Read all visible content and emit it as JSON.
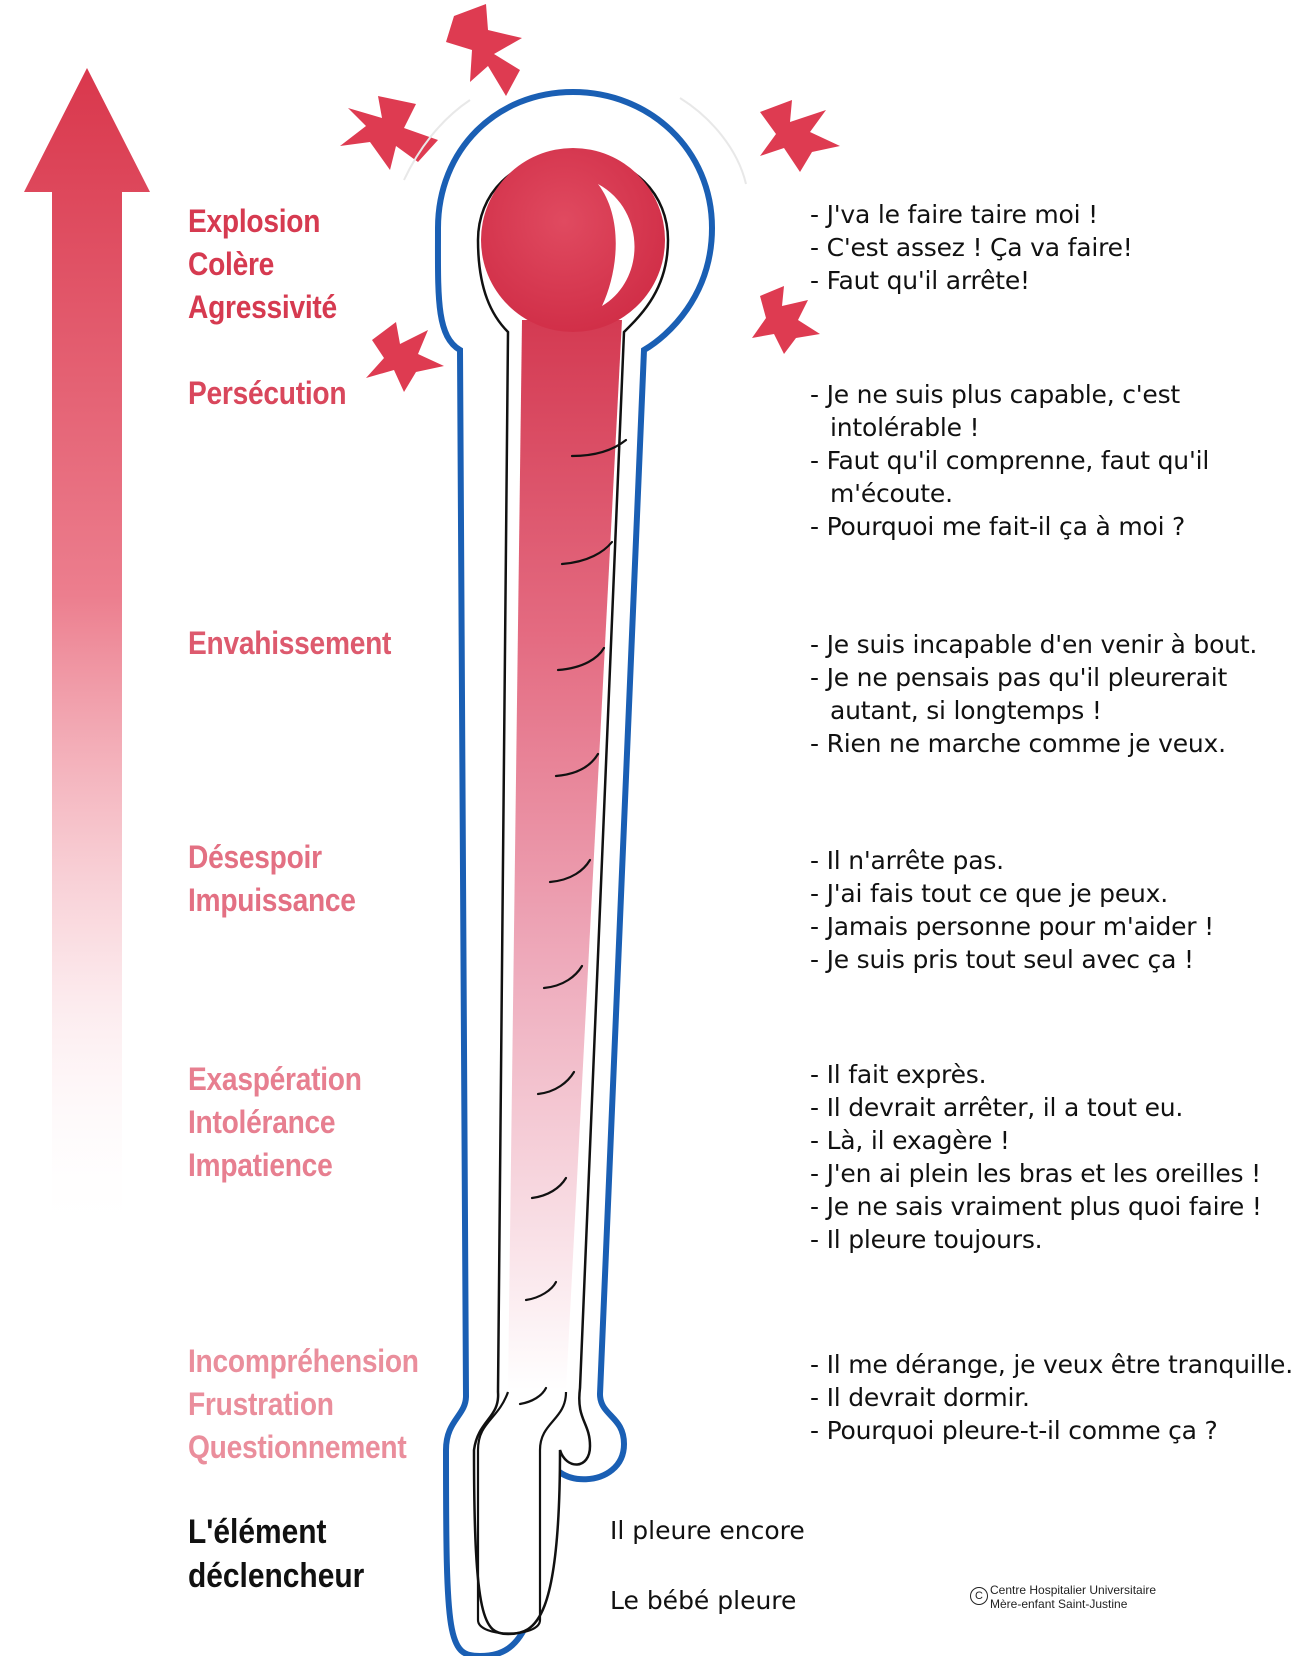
{
  "colors": {
    "accent": "#e0384f",
    "thermometer_outline": "#1a5fb4",
    "stage_top": "#d63a50",
    "stage_mid": "#dd5a6e",
    "stage_low": "#ea8e9c",
    "trigger": "#111111"
  },
  "icons": {
    "arrow": "up-arrow-icon",
    "thermometer": "thermometer-icon",
    "bursts": "lightning-burst-icon",
    "copyright": "copyright-icon"
  },
  "stages": [
    {
      "lines": [
        "Explosion",
        "Colère",
        "Agressivité"
      ]
    },
    {
      "lines": [
        "Persécution"
      ]
    },
    {
      "lines": [
        "Envahissement"
      ]
    },
    {
      "lines": [
        "Désespoir",
        "Impuissance"
      ]
    },
    {
      "lines": [
        "Exaspération",
        "Intolérance",
        "Impatience"
      ]
    },
    {
      "lines": [
        "Incompréhension",
        "Frustration",
        "Questionnement"
      ]
    }
  ],
  "quotes": [
    [
      "- J'va le faire taire moi !",
      "- C'est assez ! Ça va faire!",
      "- Faut qu'il arrête!"
    ],
    [
      "- Je ne suis plus capable, c'est",
      "intolérable !",
      "- Faut qu'il comprenne, faut qu'il",
      "m'écoute.",
      "- Pourquoi me fait-il ça à moi ?"
    ],
    [
      "- Je suis incapable d'en venir à bout.",
      "- Je ne pensais pas qu'il pleurerait",
      "autant, si longtemps !",
      "- Rien ne marche comme je veux."
    ],
    [
      "- Il n'arrête pas.",
      "- J'ai fais tout ce que je peux.",
      "- Jamais personne pour m'aider !",
      "- Je suis pris tout seul avec ça !"
    ],
    [
      "- Il fait exprès.",
      "- Il devrait arrêter, il a tout eu.",
      "- Là, il exagère !",
      "- J'en ai plein les bras et les oreilles !",
      "- Je ne sais vraiment plus quoi faire !",
      "- Il pleure toujours."
    ],
    [
      "- Il me dérange, je veux être tranquille.",
      "- Il devrait dormir.",
      "- Pourquoi pleure-t-il comme ça ?"
    ]
  ],
  "trigger": {
    "line1": "L'élément",
    "line2": "déclencheur"
  },
  "cry": {
    "again": "Il pleure encore",
    "baby": "Le bébé pleure"
  },
  "credit": {
    "symbol": "C",
    "line1": "Centre Hospitalier Universitaire",
    "line2": "Mère-enfant Saint-Justine"
  }
}
